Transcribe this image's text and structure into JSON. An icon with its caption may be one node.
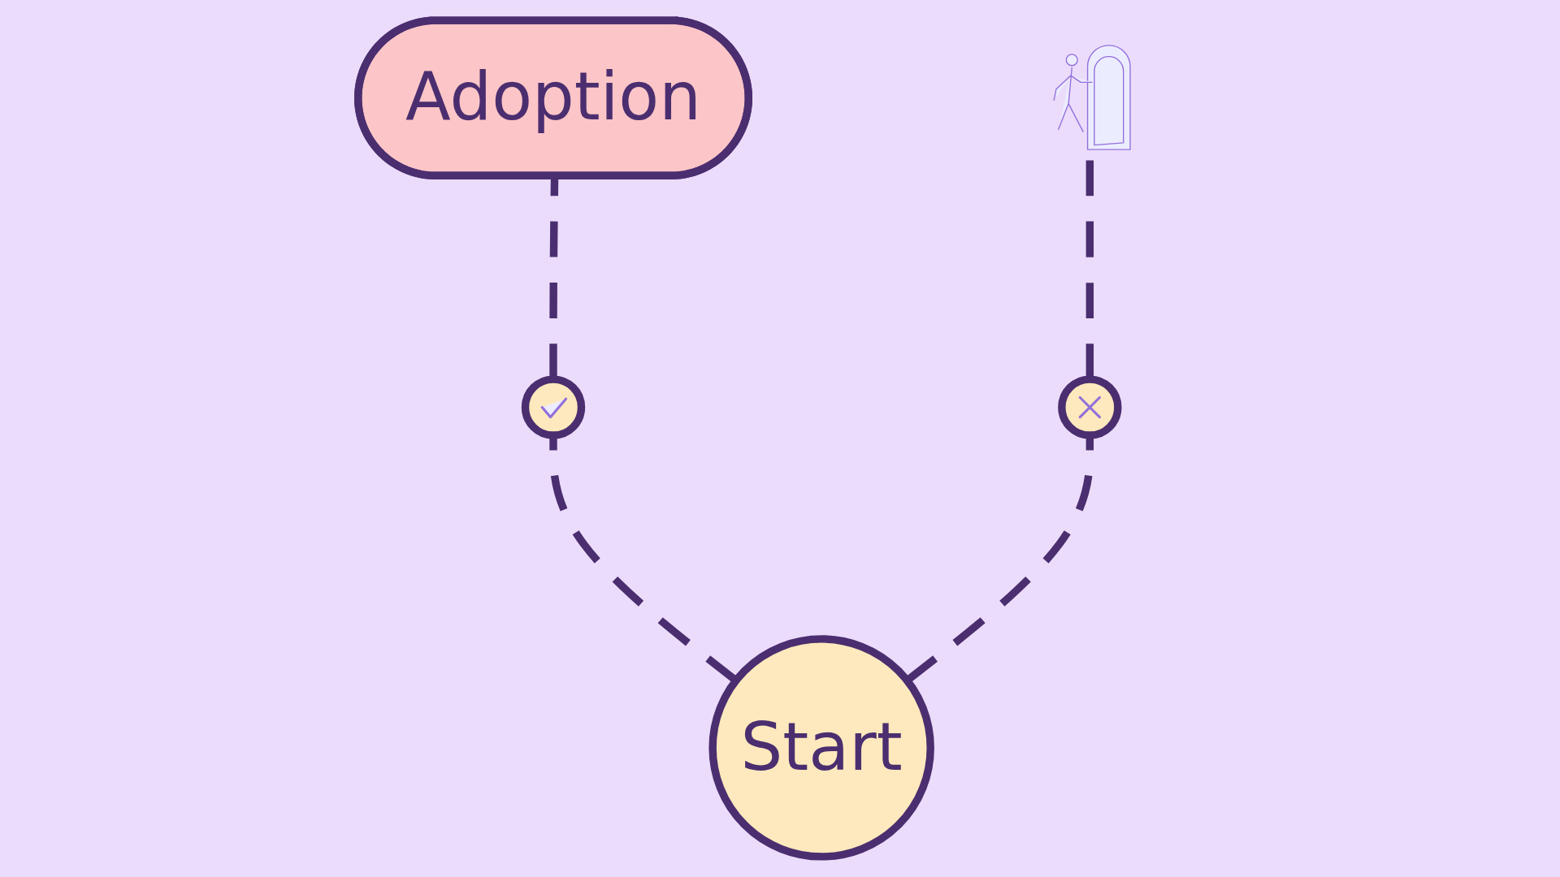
{
  "diagram": {
    "nodes": [
      {
        "text": [
          "Adoption"
        ]
      },
      {
        "text": [],
        "shape": "picture"
      },
      {
        "text": [],
        "shape": "circle"
      },
      {
        "text": [],
        "shape": "circle"
      },
      {
        "text": [
          "Start"
        ]
      }
    ],
    "edges": [
      {
        "from": 4,
        "to": 2,
        "arrow": "none",
        "style": "dashed"
      },
      {
        "from": 4,
        "to": 3,
        "arrow": "none",
        "style": "dashed"
      },
      {
        "from": 2,
        "to": 0,
        "arrow": "none",
        "style": "dashed"
      },
      {
        "from": 3,
        "to": 1,
        "arrow": "none",
        "style": "dashed"
      }
    ]
  }
}
